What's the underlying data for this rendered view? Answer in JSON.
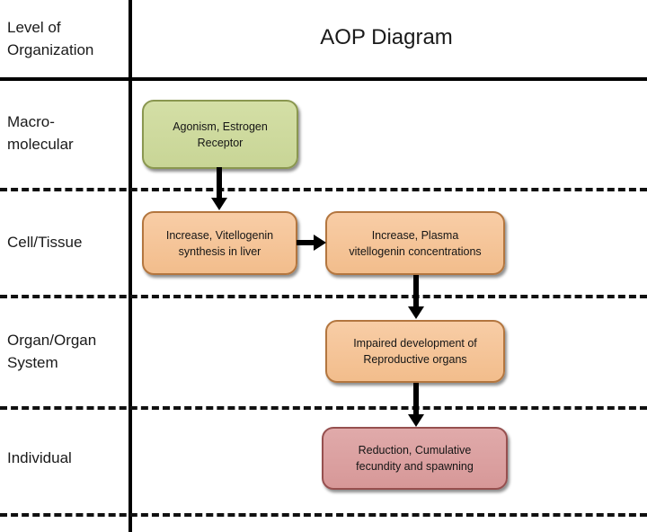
{
  "header": {
    "level_label_line1": "Level of",
    "level_label_line2": "Organization",
    "title": "AOP Diagram"
  },
  "rows": [
    {
      "id": "macromolecular",
      "label_line1": "Macro-",
      "label_line2": "molecular"
    },
    {
      "id": "cell-tissue",
      "label_line1": "Cell/Tissue",
      "label_line2": ""
    },
    {
      "id": "organ-organ-system",
      "label_line1": "Organ/Organ",
      "label_line2": "System"
    },
    {
      "id": "individual",
      "label_line1": "Individual",
      "label_line2": ""
    }
  ],
  "nodes": [
    {
      "id": "molecular-initiating-event",
      "row": "macromolecular",
      "line1": "Agonism, Estrogen",
      "line2": "Receptor",
      "fill": "#ccd99a",
      "border": "#8a9750"
    },
    {
      "id": "vitellogenin-synthesis",
      "row": "cell-tissue",
      "line1": "Increase, Vitellogenin",
      "line2": "synthesis in liver",
      "fill": "#f5c396",
      "border": "#b3763f"
    },
    {
      "id": "plasma-vitellogenin",
      "row": "cell-tissue",
      "line1": "Increase, Plasma",
      "line2": "vitellogenin concentrations",
      "fill": "#f5c396",
      "border": "#b3763f"
    },
    {
      "id": "impaired-reproductive-organs",
      "row": "organ-organ-system",
      "line1": "Impaired development of",
      "line2": "Reproductive organs",
      "fill": "#f5c396",
      "border": "#b3763f"
    },
    {
      "id": "reduced-fecundity",
      "row": "individual",
      "line1": "Reduction, Cumulative",
      "line2": "fecundity and spawning",
      "fill": "#dba2a2",
      "border": "#96504f"
    }
  ],
  "connectors": [
    {
      "id": "mie-to-vitellogenin",
      "direction": "down"
    },
    {
      "id": "vitellogenin-to-plasma",
      "direction": "right"
    },
    {
      "id": "plasma-to-organs",
      "direction": "down"
    },
    {
      "id": "organs-to-fecundity",
      "direction": "down"
    }
  ]
}
